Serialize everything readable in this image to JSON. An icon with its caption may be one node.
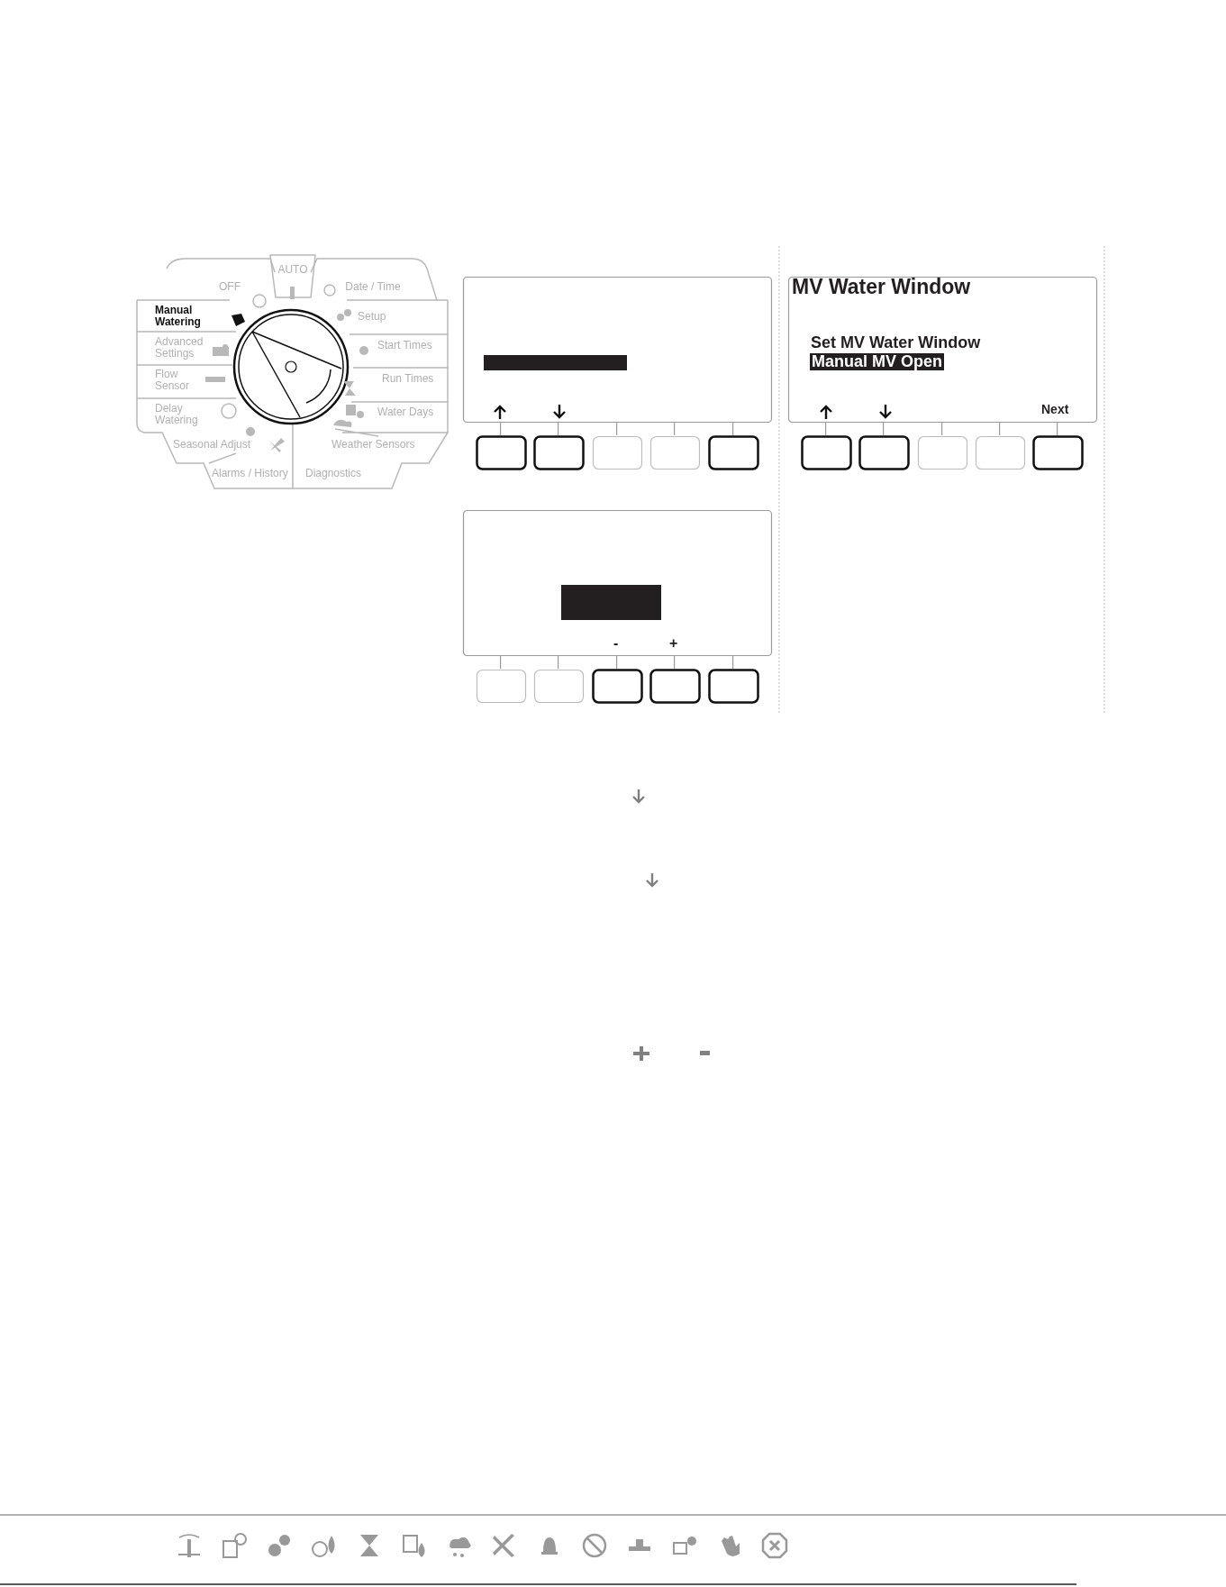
{
  "diagram": {
    "labels": [
      "AUTO",
      "OFF",
      "Date / Time",
      "Manual Watering",
      "Setup",
      "Advanced Settings",
      "Start Times",
      "Flow Sensor",
      "Run Times",
      "Delay Watering",
      "Water Days",
      "Seasonal Adjust",
      "Weather Sensors",
      "Alarms / History",
      "Diagnostics",
      "MV Water Window",
      "Set MV Water Window",
      "Manual MV Open",
      "Next",
      "-",
      "+"
    ]
  }
}
